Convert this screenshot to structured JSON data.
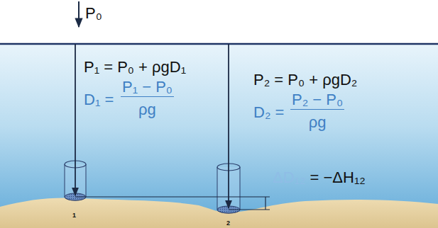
{
  "diagram": {
    "labels": [
      "P₀",
      "P₁ = P₀ + ρgD₁",
      "D₁ =",
      "P₁ − P₀",
      "ρg",
      "P₂ = P₀ + ρgD₂",
      "D₂ =",
      "P₂ − P₀",
      "ρg",
      "ΔD₁₂",
      "= −ΔH₁₂",
      "1",
      "2"
    ]
  }
}
